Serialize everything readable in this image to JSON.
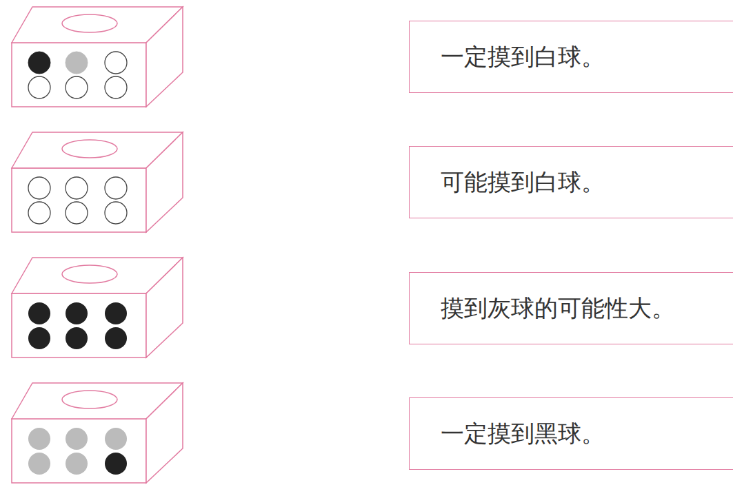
{
  "diagram": {
    "nodes": [
      {
        "text": [
          "一定摸到白球。"
        ]
      },
      {
        "text": [
          "可能摸到白球。"
        ]
      },
      {
        "text": [
          "摸到灰球的可能性大。"
        ]
      },
      {
        "text": [
          "一定摸到黑球。"
        ]
      }
    ]
  }
}
